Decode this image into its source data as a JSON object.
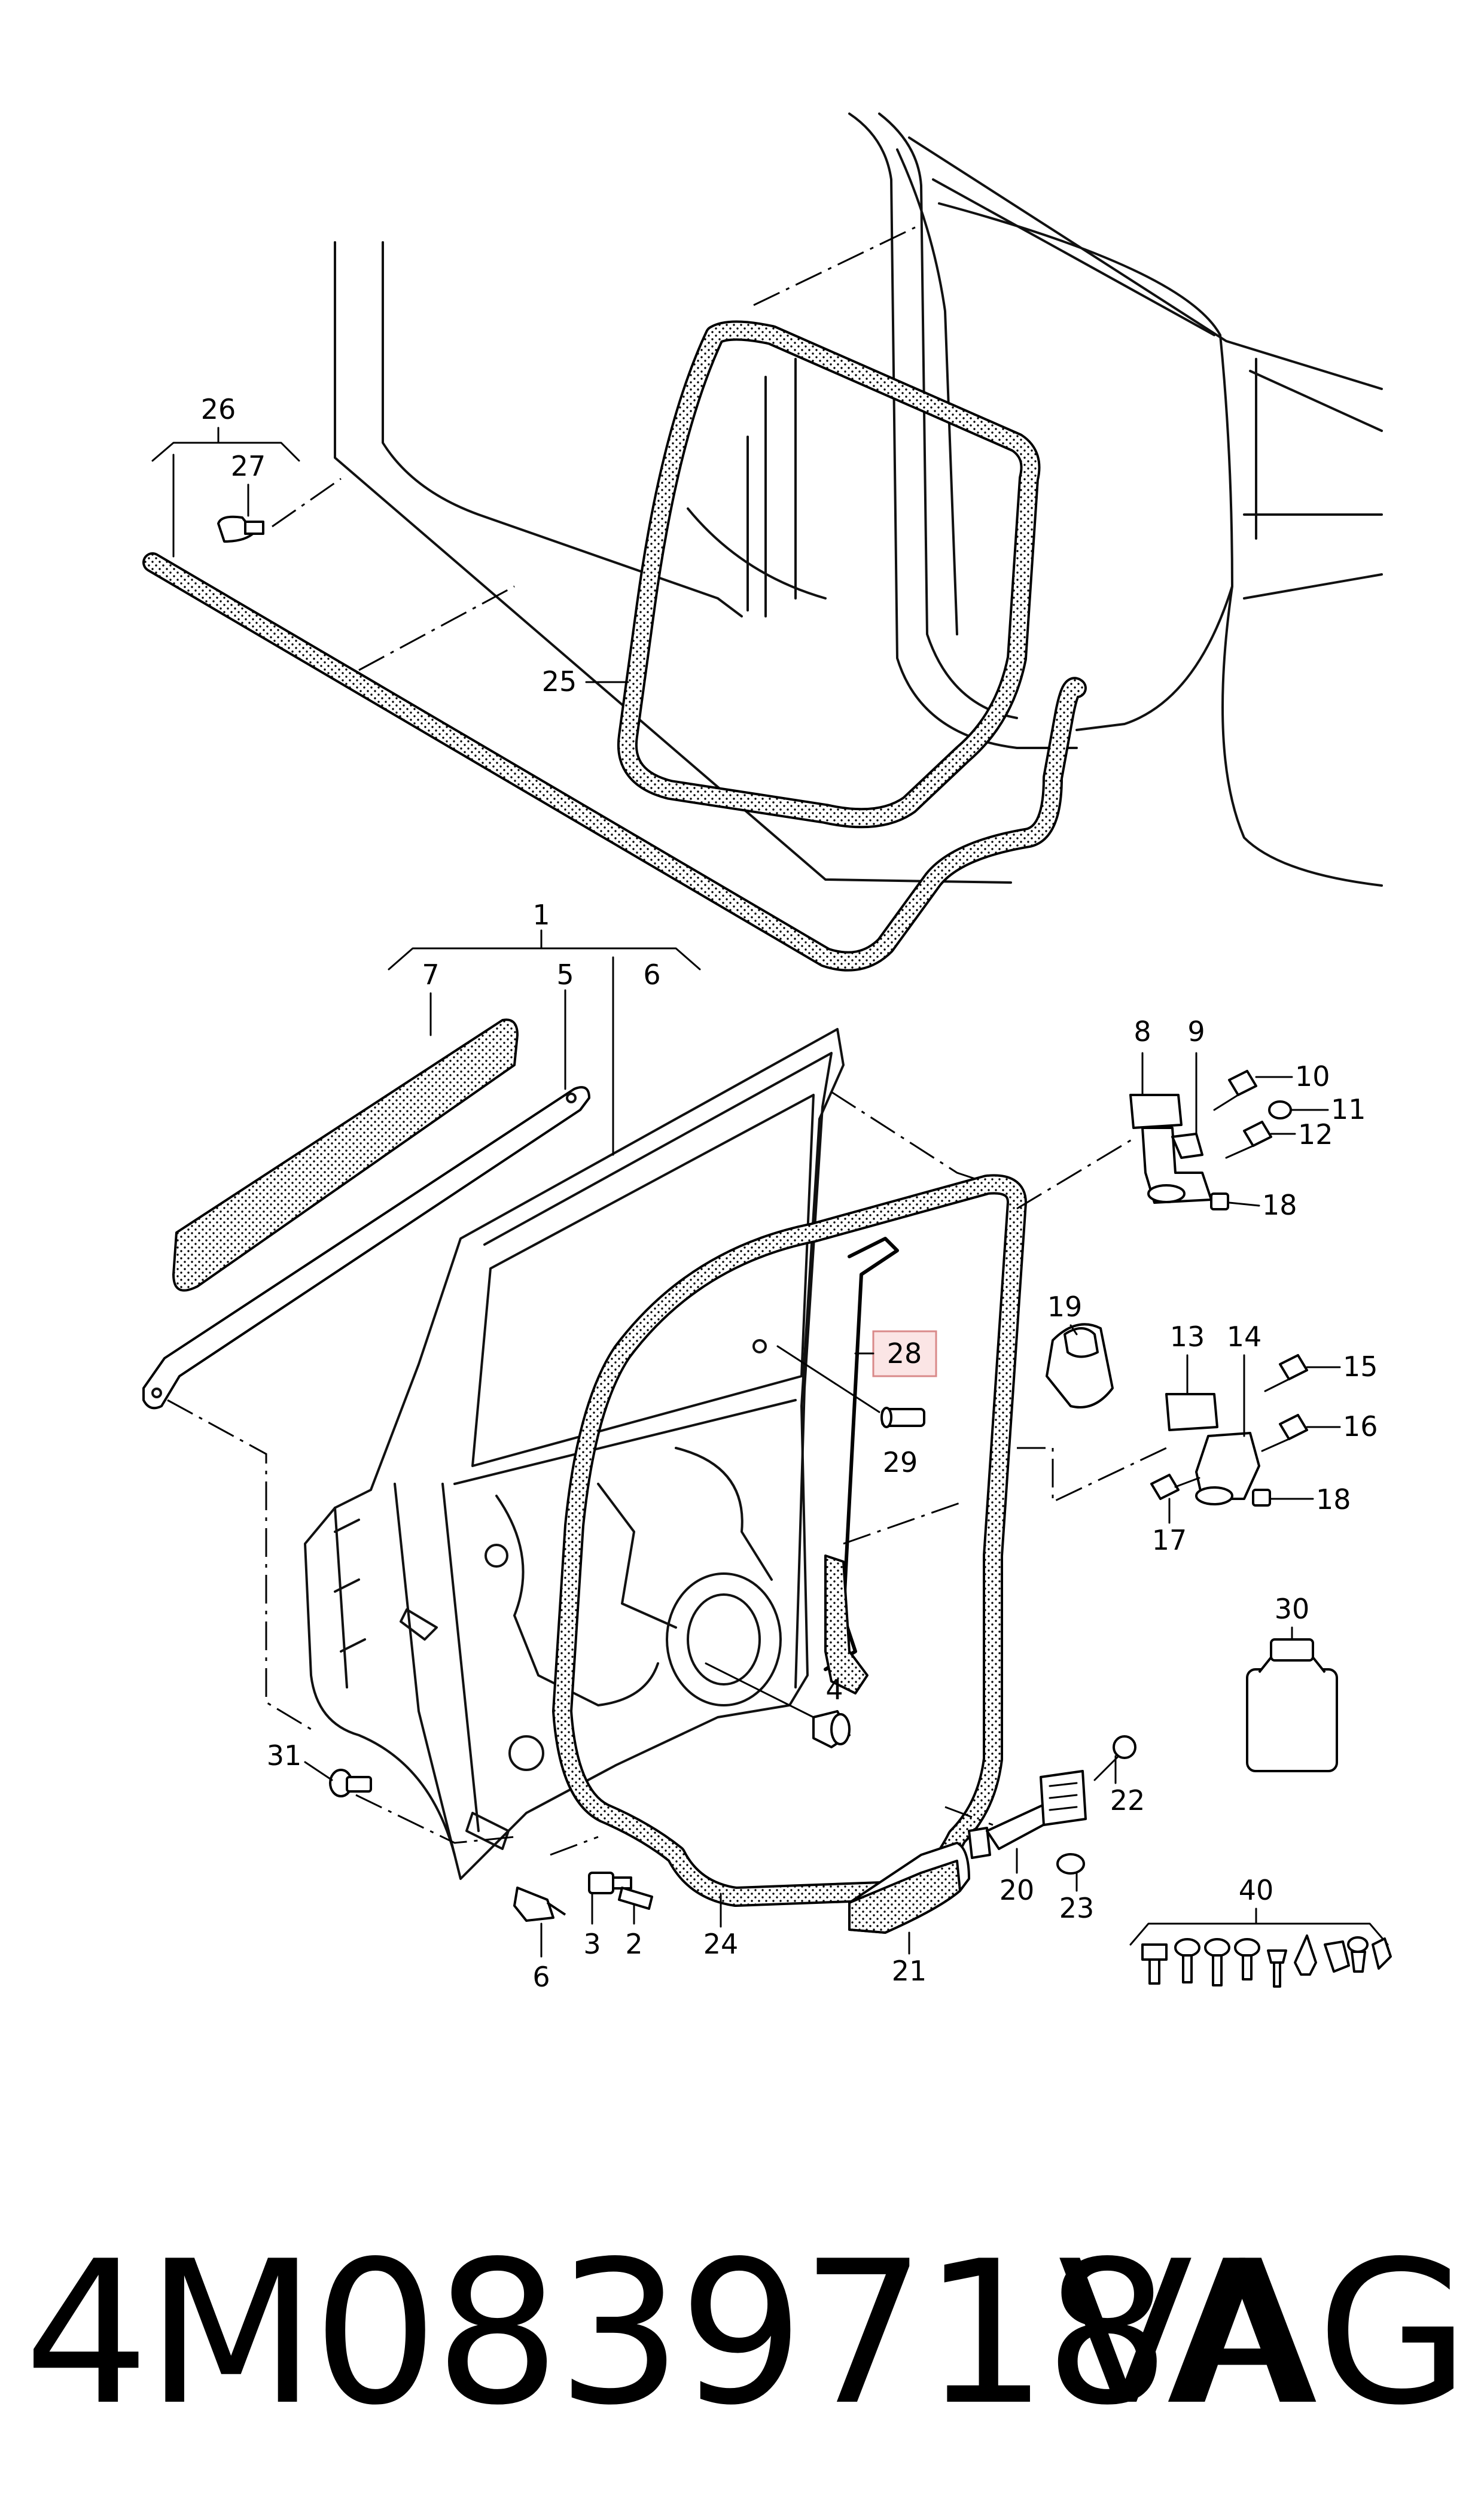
{
  "diagram": {
    "callouts": [
      {
        "id": "1",
        "label": "1"
      },
      {
        "id": "2",
        "label": "2"
      },
      {
        "id": "3",
        "label": "3"
      },
      {
        "id": "4",
        "label": "4"
      },
      {
        "id": "5",
        "label": "5"
      },
      {
        "id": "6a",
        "label": "6"
      },
      {
        "id": "6b",
        "label": "6"
      },
      {
        "id": "7",
        "label": "7"
      },
      {
        "id": "8",
        "label": "8"
      },
      {
        "id": "9",
        "label": "9"
      },
      {
        "id": "10",
        "label": "10"
      },
      {
        "id": "11",
        "label": "11"
      },
      {
        "id": "12",
        "label": "12"
      },
      {
        "id": "13",
        "label": "13"
      },
      {
        "id": "14",
        "label": "14"
      },
      {
        "id": "15",
        "label": "15"
      },
      {
        "id": "16",
        "label": "16"
      },
      {
        "id": "17",
        "label": "17"
      },
      {
        "id": "18a",
        "label": "18"
      },
      {
        "id": "18b",
        "label": "18"
      },
      {
        "id": "19",
        "label": "19"
      },
      {
        "id": "20",
        "label": "20"
      },
      {
        "id": "21",
        "label": "21"
      },
      {
        "id": "22",
        "label": "22"
      },
      {
        "id": "23",
        "label": "23"
      },
      {
        "id": "24",
        "label": "24"
      },
      {
        "id": "25",
        "label": "25"
      },
      {
        "id": "26",
        "label": "26"
      },
      {
        "id": "27",
        "label": "27"
      },
      {
        "id": "28",
        "label": "28"
      },
      {
        "id": "29",
        "label": "29"
      },
      {
        "id": "30",
        "label": "30"
      },
      {
        "id": "31",
        "label": "31"
      },
      {
        "id": "40",
        "label": "40"
      }
    ],
    "highlight": {
      "label": "28",
      "color": "#d98a8a",
      "fill": "#fbe5e5",
      "text_color": "#c0504d"
    }
  },
  "caption": {
    "part_number": "4M0839718A",
    "brand": "VAG"
  }
}
